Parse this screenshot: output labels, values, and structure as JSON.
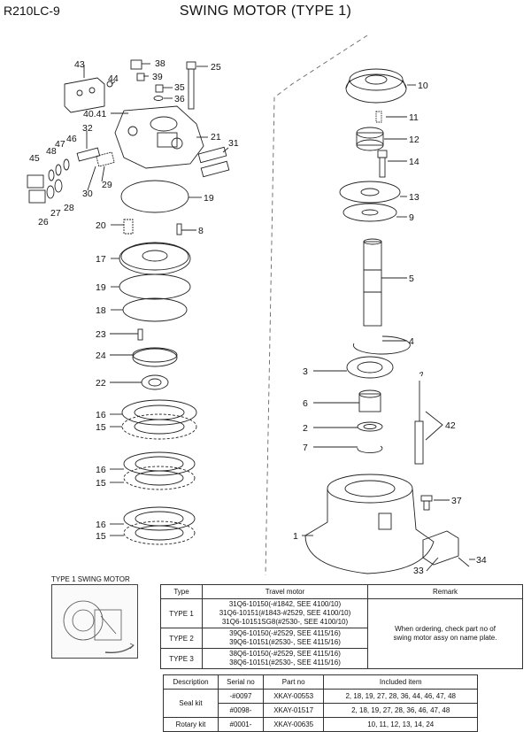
{
  "header": {
    "model": "R210LC-9",
    "title": "SWING MOTOR (TYPE 1)"
  },
  "callouts": [
    "43",
    "38",
    "25",
    "44",
    "39",
    "35",
    "36",
    "40.41",
    "32",
    "47",
    "46",
    "48",
    "45",
    "21",
    "31",
    "30",
    "29",
    "27",
    "28",
    "26",
    "19",
    "20",
    "8",
    "17",
    "19",
    "18",
    "23",
    "24",
    "22",
    "16",
    "15",
    "16",
    "15",
    "16",
    "15",
    "10",
    "11",
    "12",
    "14",
    "13",
    "9",
    "5",
    "4",
    "3",
    "6",
    "42",
    "2",
    "7",
    "37",
    "1",
    "34",
    "33"
  ],
  "inset": {
    "caption": "TYPE 1 SWING MOTOR"
  },
  "type_table": {
    "headers": [
      "Type",
      "Travel motor",
      "Remark"
    ],
    "rows": [
      {
        "type": "TYPE 1",
        "lines": [
          "31Q6-10150(-#1842, SEE 4100/10)",
          "31Q6-10151(#1843-#2529, SEE 4100/10)",
          "31Q6-10151SG8(#2530-, SEE 4100/10)"
        ]
      },
      {
        "type": "TYPE 2",
        "lines": [
          "39Q6-10150(-#2529, SEE 4115/16)",
          "39Q6-10151(#2530-, SEE 4115/16)"
        ]
      },
      {
        "type": "TYPE 3",
        "lines": [
          "38Q6-10150(-#2529, SEE 4115/16)",
          "38Q6-10151(#2530-, SEE 4115/16)"
        ]
      }
    ],
    "remark_lines": [
      "When ordering, check part no of",
      "swing motor assy on name plate."
    ]
  },
  "kit_table": {
    "headers": [
      "Description",
      "Serial no",
      "Part no",
      "Included item"
    ],
    "rows": [
      {
        "desc": "Seal kit",
        "serial": "-#0097",
        "part": "XKAY-00553",
        "items": "2, 18, 19, 27, 28, 36, 44, 46, 47, 48"
      },
      {
        "desc": "",
        "serial": "#0098-",
        "part": "XKAY-01517",
        "items": "2, 18, 19, 27, 28, 36, 46, 47, 48"
      },
      {
        "desc": "Rotary kit",
        "serial": "#0001-",
        "part": "XKAY-00635",
        "items": "10, 11, 12, 13, 14, 24"
      }
    ]
  }
}
